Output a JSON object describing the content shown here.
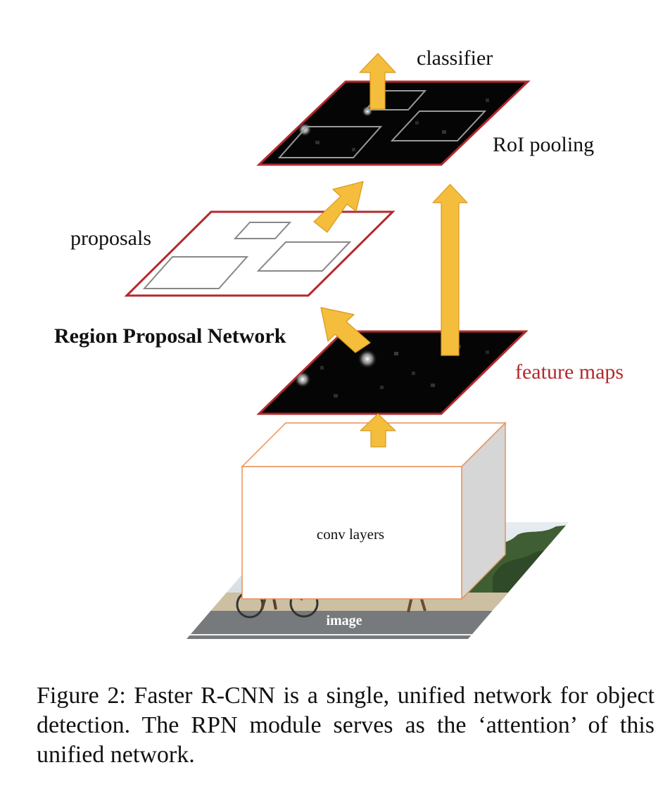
{
  "labels": {
    "classifier": "classifier",
    "roi_pooling": "RoI pooling",
    "proposals": "proposals",
    "rpn": "Region Proposal Network",
    "feature_maps": "feature maps",
    "conv_layers": "conv layers",
    "image": "image"
  },
  "caption": "Figure 2: Faster R-CNN is a single, unified network for object detection. The RPN module serves as the ‘attention’ of this unified network.",
  "colors": {
    "arrow_fill": "#f5bd3c",
    "arrow_stroke": "#d89a1c",
    "map_border": "#b22a2e",
    "feature_maps_label": "#b22a2e",
    "cube_edge": "#e8915a",
    "cube_side": "#d6d6d6"
  }
}
